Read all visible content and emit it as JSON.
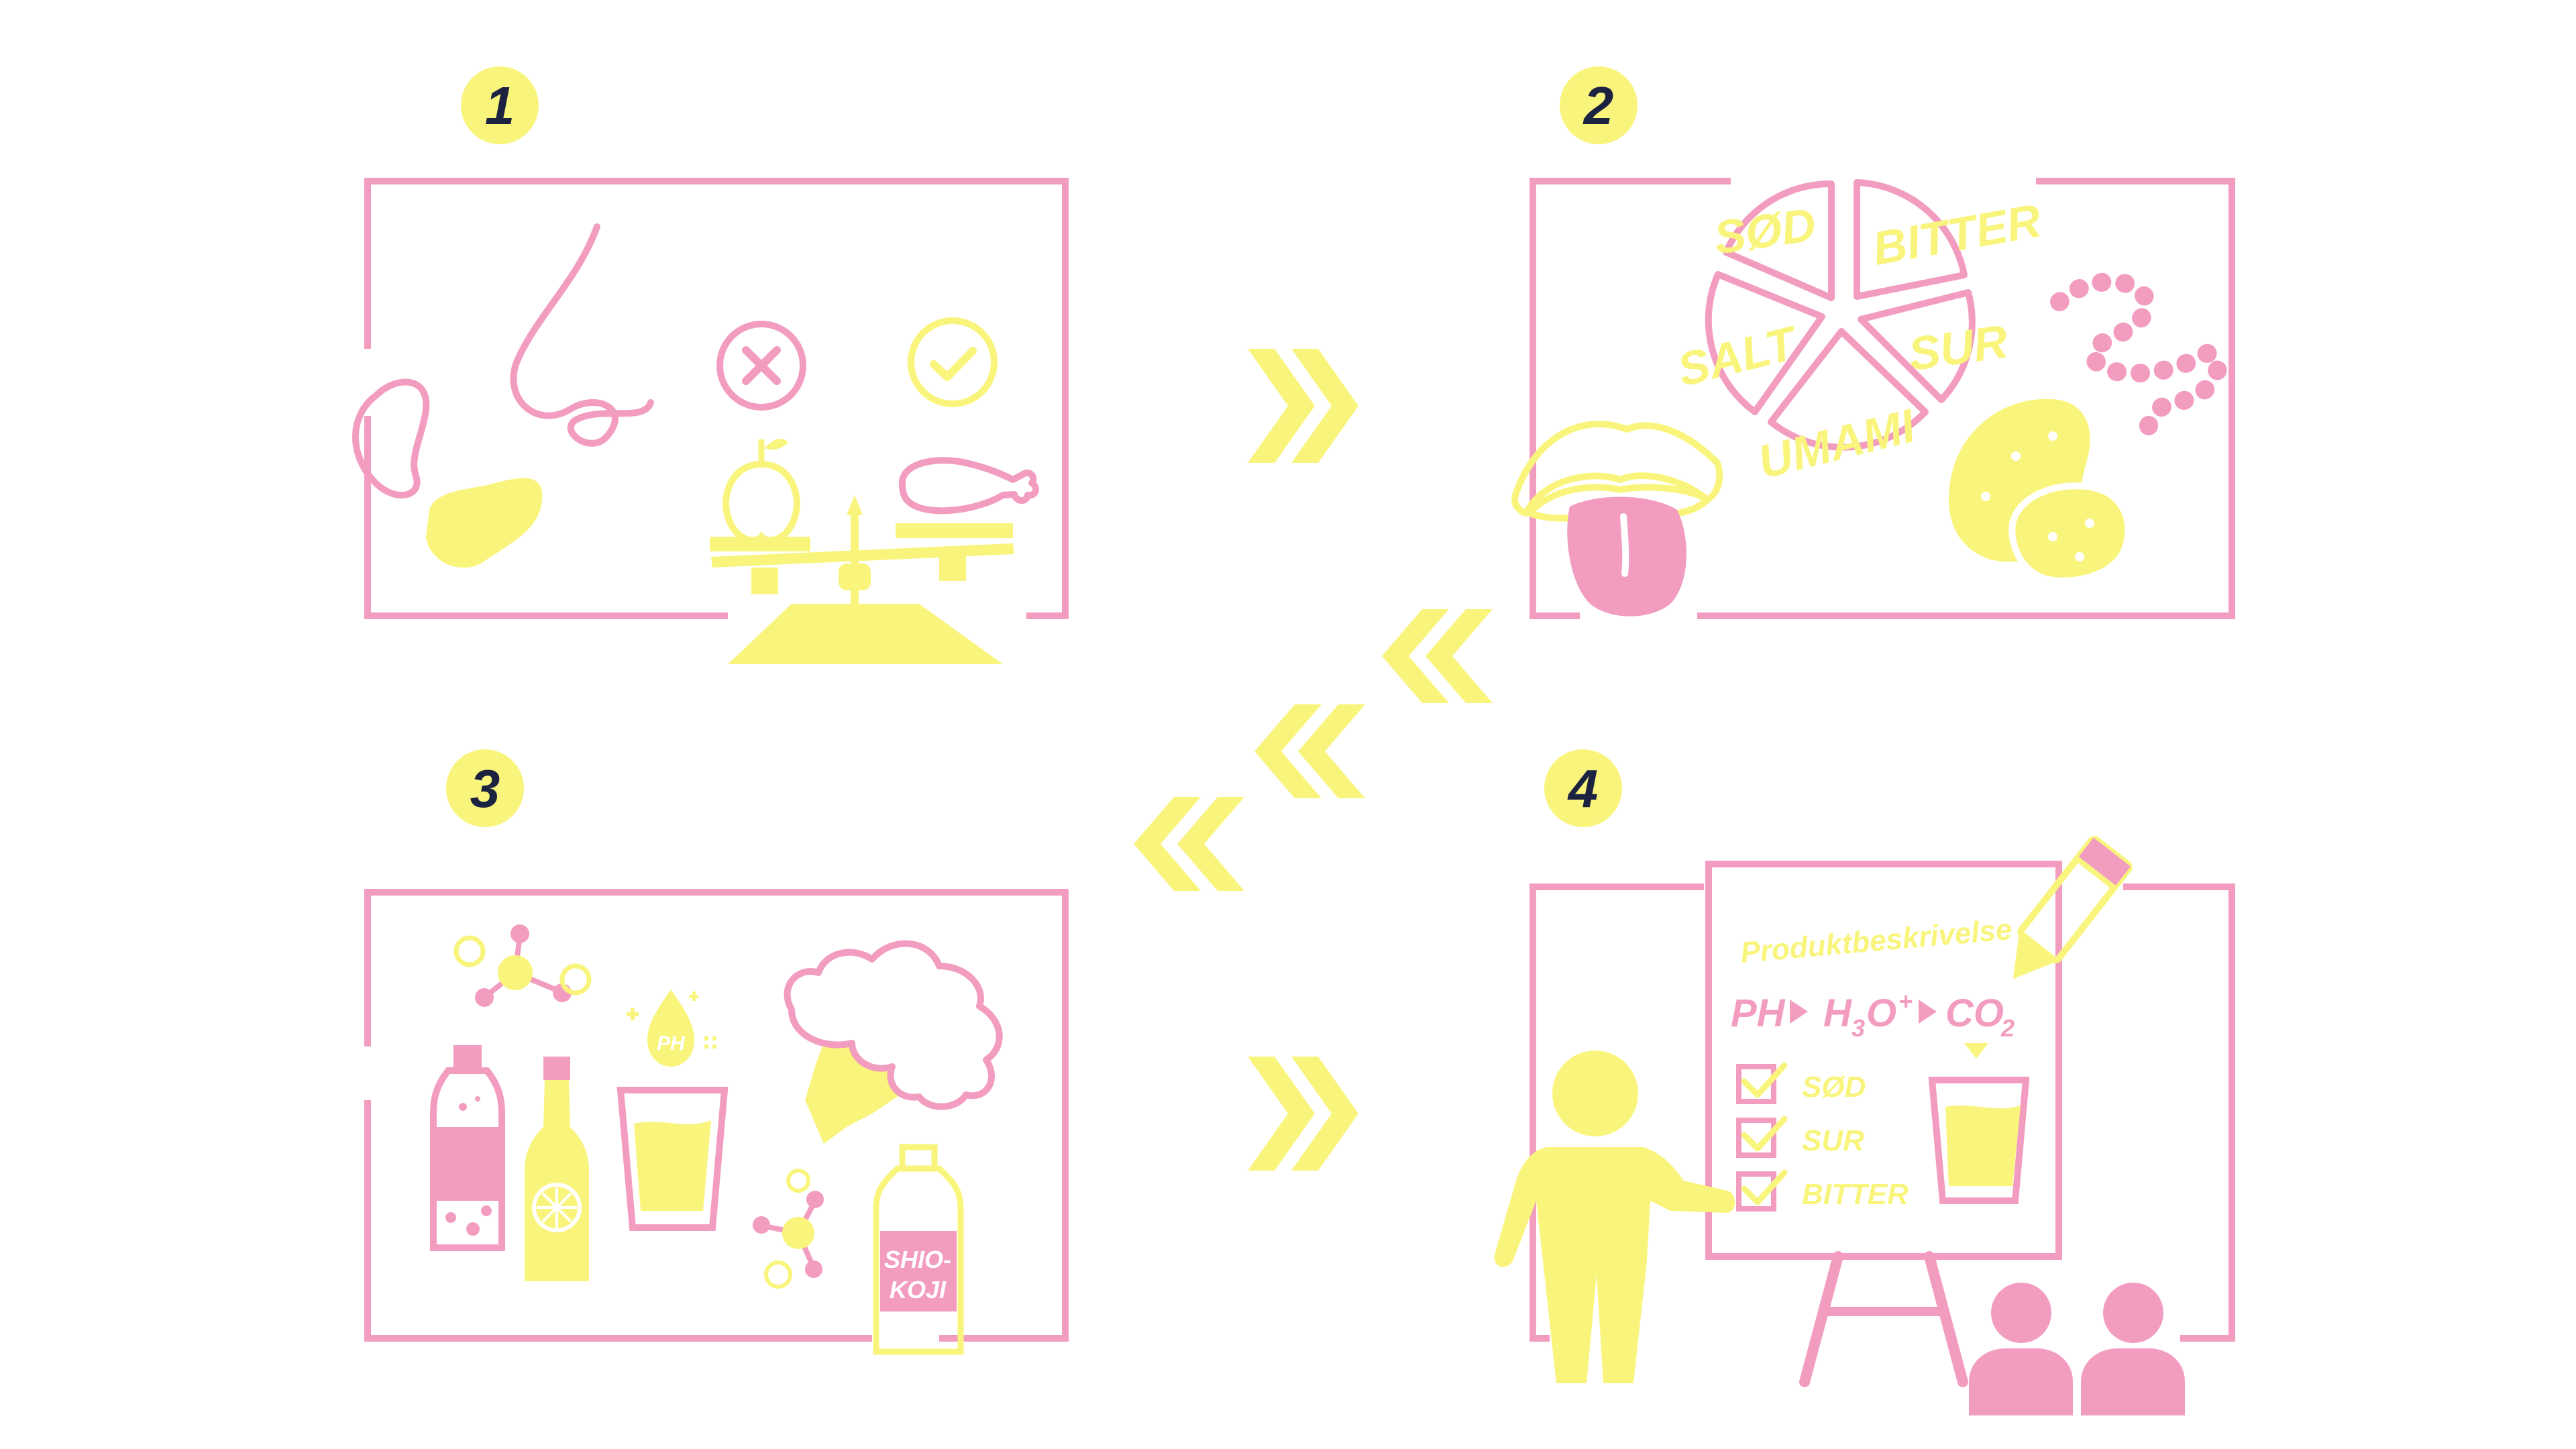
{
  "colors": {
    "pink": "#f29dc0",
    "yellow": "#f9f57c",
    "navy": "#1c2340",
    "white": "#ffffff",
    "background": "#ffffff"
  },
  "steps": [
    {
      "number": "1",
      "title": ""
    },
    {
      "number": "2",
      "title": ""
    },
    {
      "number": "3",
      "title": ""
    },
    {
      "number": "4",
      "title": ""
    }
  ],
  "taste_wheel": {
    "sweet": "SØD",
    "bitter": "BITTER",
    "sour": "SUR",
    "umami": "UMAMI",
    "salt": "SALT"
  },
  "ph_badge": "PH",
  "bottle_label": {
    "line1": "SHIO-",
    "line2": "KOJI"
  },
  "board": {
    "heading": "Produktbeskrivelse",
    "formula": {
      "ph": "PH",
      "h": "H",
      "h_sub": "3",
      "o": "O",
      "o_sup": "+",
      "co": "CO",
      "co_sub": "2"
    },
    "checklist": [
      "SØD",
      "SUR",
      "BITTER"
    ]
  },
  "icons": [
    "nose-icon",
    "bean-icon",
    "cross-circle-icon",
    "check-circle-icon",
    "apple-icon",
    "drumstick-icon",
    "balance-scale-icon",
    "mouth-tongue-icon",
    "molecule-chain-icon",
    "potato-icon",
    "molecule-icon",
    "ph-drop-icon",
    "soda-bottle-icon",
    "beer-bottle-icon",
    "glass-icon",
    "broccoli-icon",
    "shio-koji-bottle-icon",
    "pencil-icon",
    "presenter-icon",
    "audience-icon",
    "easel-icon"
  ]
}
